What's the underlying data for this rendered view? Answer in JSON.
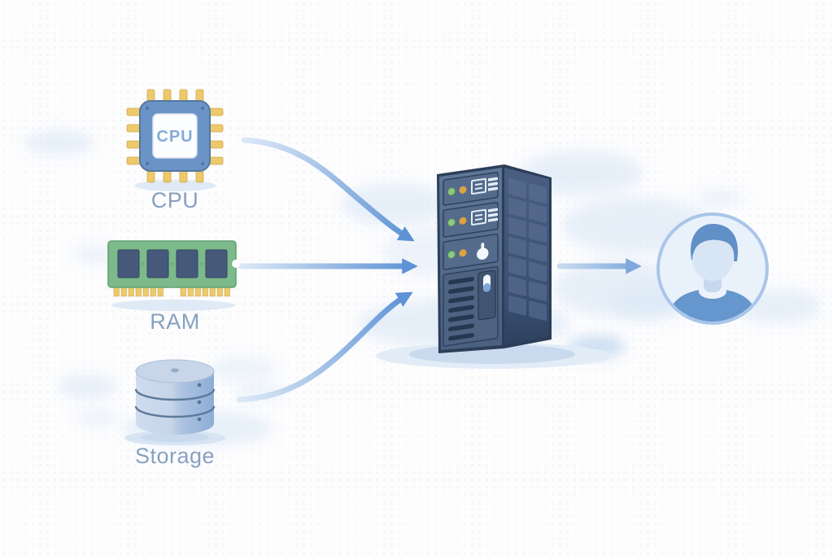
{
  "diagram": {
    "description": "Hardware resources flowing into a server that serves a user",
    "nodes": {
      "cpu": {
        "label": "CPU",
        "chip_text": "CPU"
      },
      "ram": {
        "label": "RAM"
      },
      "storage": {
        "label": "Storage"
      },
      "server": {
        "name": "server-tower"
      },
      "user": {
        "name": "user-avatar"
      }
    },
    "edges": [
      {
        "from": "cpu",
        "to": "server",
        "style": "curved-down"
      },
      {
        "from": "ram",
        "to": "server",
        "style": "straight"
      },
      {
        "from": "storage",
        "to": "server",
        "style": "curved-up"
      },
      {
        "from": "server",
        "to": "user",
        "style": "straight"
      }
    ],
    "colors": {
      "arrow_head": "#5d92d5",
      "arrow_tail": "#d9e6f5",
      "arrow_user": "#7fa9dc",
      "label_text": "#87a0bf",
      "cpu_chip_body": "#6b94c6",
      "cpu_pin_gold": "#ecc96b",
      "ram_green": "#7cb98b",
      "ram_chip": "#46597b",
      "server_front": "#5f7798",
      "server_side": "#495d80",
      "led_green": "#8bca7c",
      "led_orange": "#dda343",
      "storage_blue": "#8cadd6",
      "avatar_ring": "#a9c5e9",
      "avatar_fill": "#e9f1fb",
      "avatar_person": "#6696ce",
      "cloud": "#dbe8f6"
    }
  }
}
